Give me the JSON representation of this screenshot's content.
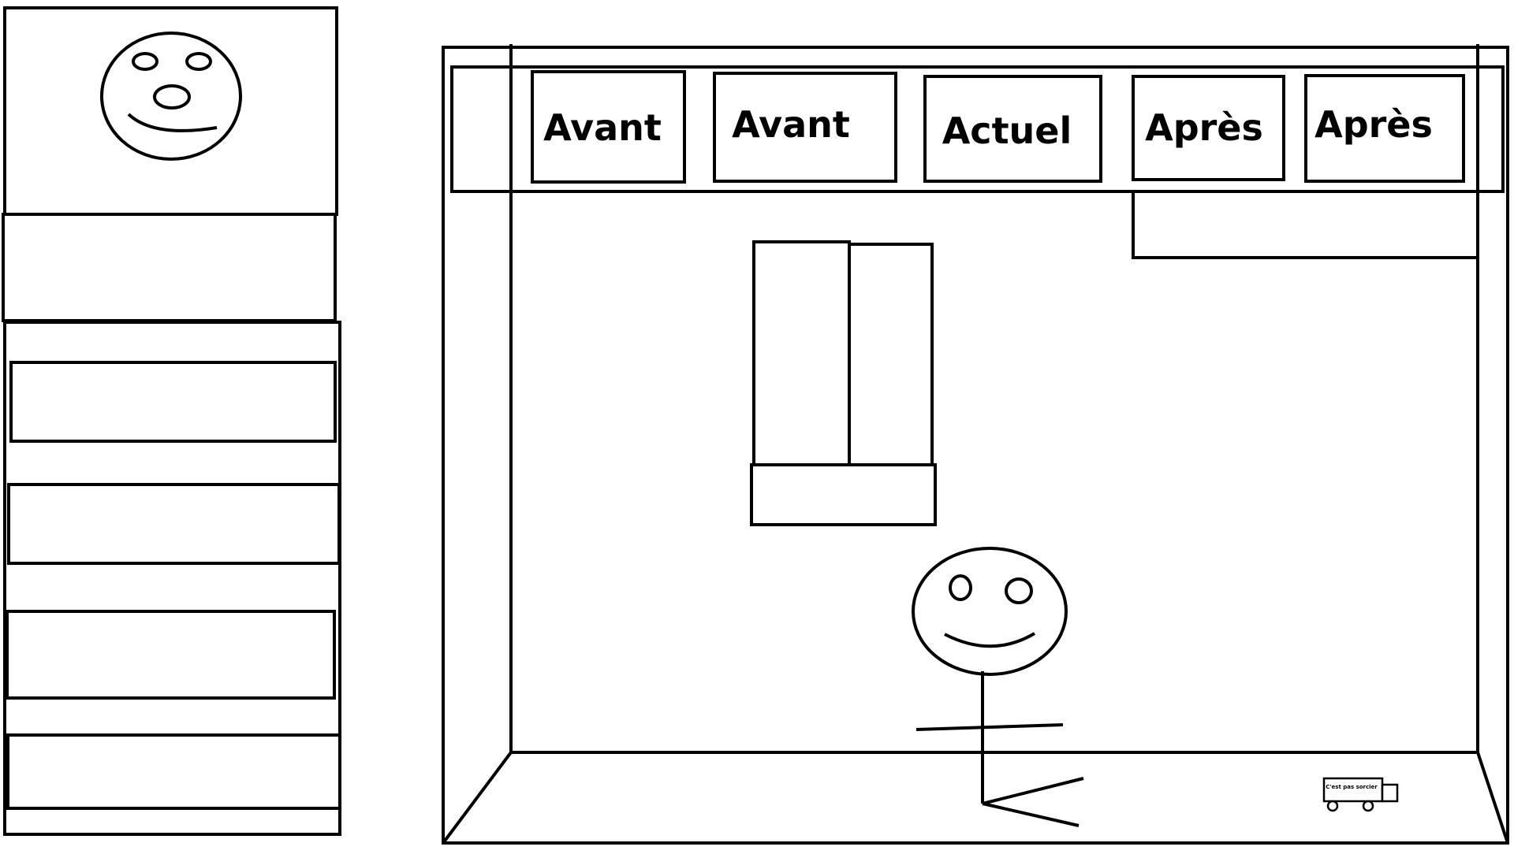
{
  "sketch": {
    "ink_color": "#000000",
    "background": "#ffffff",
    "sidebar": {
      "avatar_icon": "smiley-face-icon",
      "slots": [
        "",
        "",
        "",
        "",
        ""
      ]
    },
    "scene": {
      "tabs": [
        {
          "label": "Avant"
        },
        {
          "label": "Avant"
        },
        {
          "label": "Actuel"
        },
        {
          "label": "Après"
        },
        {
          "label": "Après"
        }
      ],
      "character_icon": "stick-figure-icon",
      "door_icon": "double-door-icon",
      "truck_icon": "delivery-truck-icon",
      "truck_label": "C'est pas sorcier"
    }
  }
}
